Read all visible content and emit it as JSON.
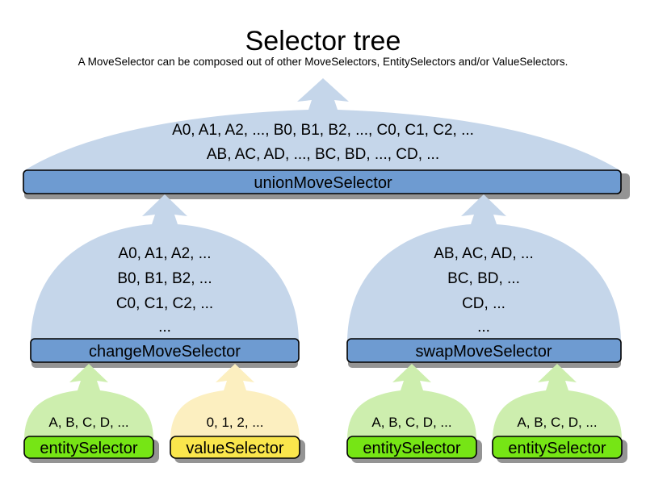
{
  "header": {
    "title": "Selector tree",
    "subtitle": "A MoveSelector can be composed out of other MoveSelectors, EntitySelectors and/or ValueSelectors."
  },
  "colors": {
    "dome_blue": "#c5d6ea",
    "bar_blue": "#6e9bd1",
    "dome_green": "#cdeeae",
    "box_green": "#76e515",
    "dome_yellow": "#fcefc0",
    "box_yellow": "#fae64c",
    "outline": "#000000",
    "background": "#ffffff"
  },
  "tree": {
    "root": {
      "label": "unionMoveSelector",
      "lines": [
        "A0, A1, A2, ..., B0, B1, B2, ..., C0, C1, C2, ...",
        "AB, AC, AD, ..., BC, BD, ..., CD, ..."
      ]
    },
    "middle": [
      {
        "label": "changeMoveSelector",
        "lines": [
          "A0, A1, A2, ...",
          "B0, B1, B2, ...",
          "C0, C1, C2, ...",
          "..."
        ]
      },
      {
        "label": "swapMoveSelector",
        "lines": [
          "AB, AC, AD, ...",
          "BC, BD, ...",
          "CD, ...",
          "..."
        ]
      }
    ],
    "leaves": [
      {
        "label": "entitySelector",
        "line": "A, B, C, D, ...",
        "kind": "entity"
      },
      {
        "label": "valueSelector",
        "line": "0, 1, 2, ...",
        "kind": "value"
      },
      {
        "label": "entitySelector",
        "line": "A, B, C, D, ...",
        "kind": "entity"
      },
      {
        "label": "entitySelector",
        "line": "A, B, C, D, ...",
        "kind": "entity"
      }
    ]
  }
}
